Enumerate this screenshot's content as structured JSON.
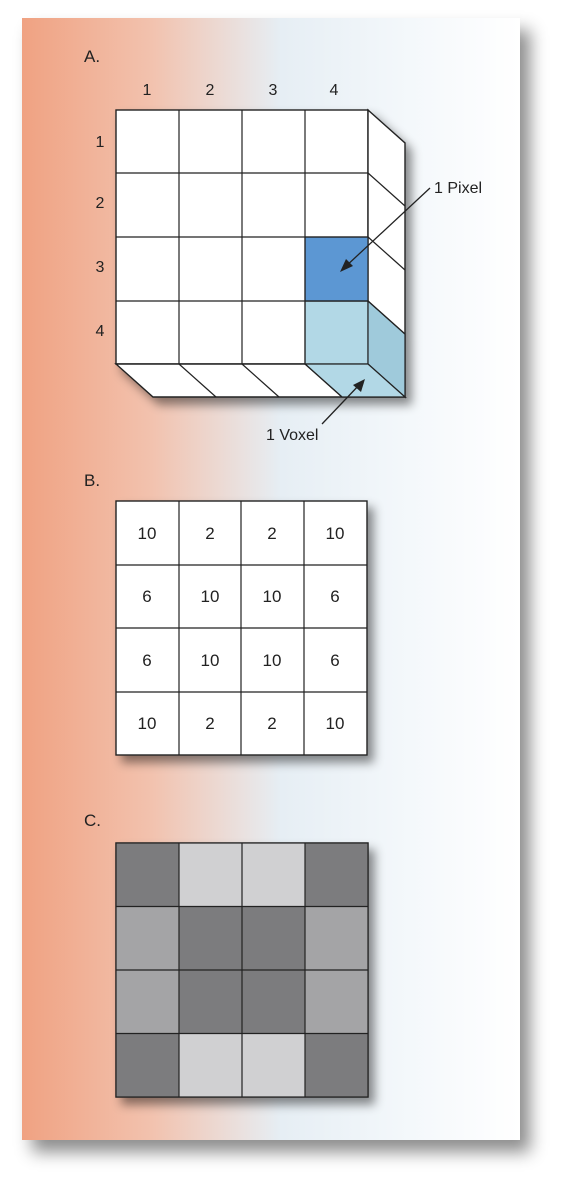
{
  "panel_a": {
    "label": "A.",
    "column_indices": [
      "1",
      "2",
      "3",
      "4"
    ],
    "row_indices": [
      "1",
      "2",
      "3",
      "4"
    ],
    "pixel_label": "1 Pixel",
    "voxel_label": "1 Voxel"
  },
  "panel_b": {
    "label": "B.",
    "values": [
      [
        "10",
        "2",
        "2",
        "10"
      ],
      [
        "6",
        "10",
        "10",
        "6"
      ],
      [
        "6",
        "10",
        "10",
        "6"
      ],
      [
        "10",
        "2",
        "2",
        "10"
      ]
    ]
  },
  "panel_c": {
    "label": "C.",
    "colors": {
      "10": "#7c7c7e",
      "6": "#a4a4a6",
      "2": "#d0d0d2"
    }
  },
  "colors": {
    "pixel_highlight": "#5b97d3",
    "voxel_highlight": "#b2d8e6",
    "voxel_side": "#9fcadb"
  }
}
